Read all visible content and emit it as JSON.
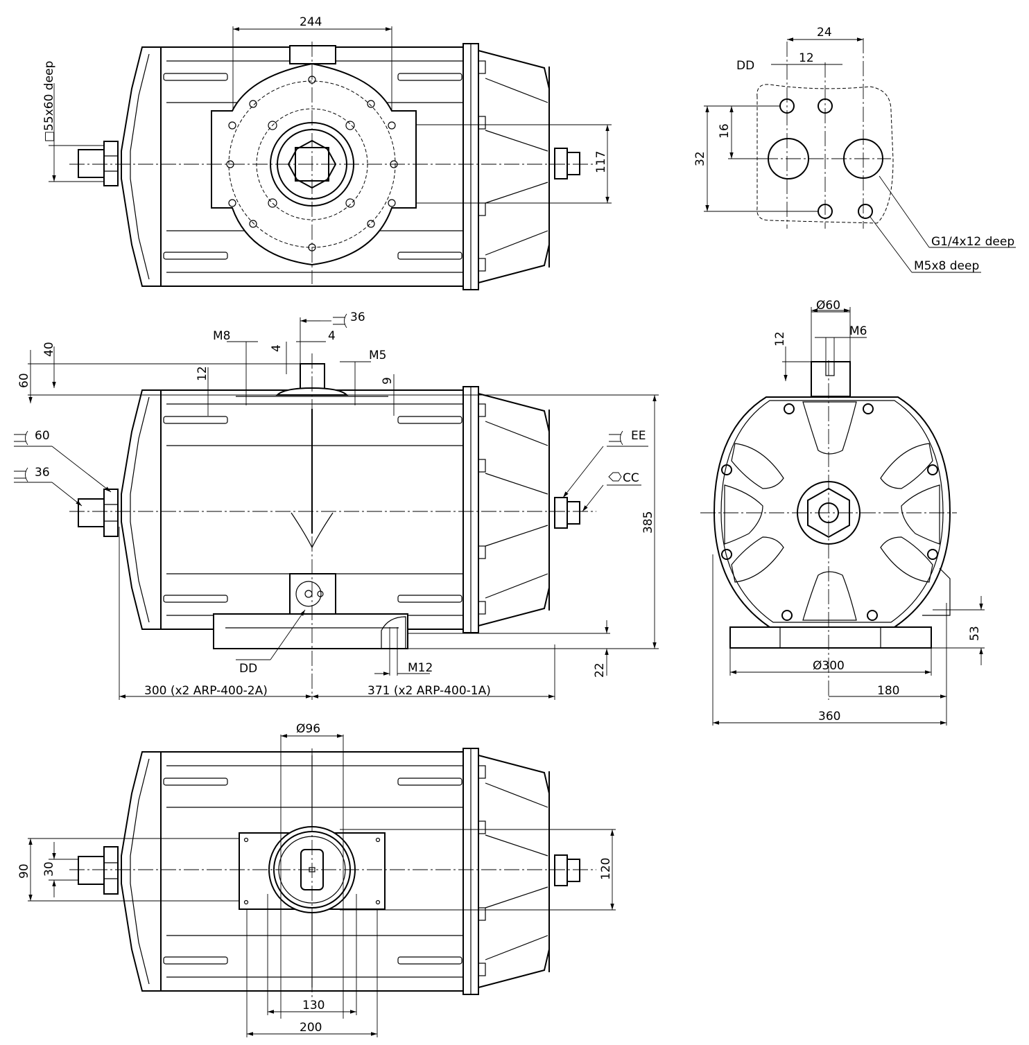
{
  "top_view": {
    "dim_244": "244",
    "square_drive": "□55x60 deep",
    "dim_117": "117"
  },
  "port_detail": {
    "dim_24": "24",
    "dim_12": "12",
    "label_dd": "DD",
    "dim_16": "16",
    "dim_32": "32",
    "label_g14": "G1/4x12 deep",
    "label_m5x8": "M5x8 deep"
  },
  "side_view": {
    "wrench_36_top": "36",
    "dim_m8": "M8",
    "dim_4a": "4",
    "dim_4b": "4",
    "dim_m5": "M5",
    "dim_40": "40",
    "dim_60": "60",
    "dim_12": "12",
    "dim_9": "9",
    "wrench_60": "60",
    "wrench_36_left": "36",
    "wrench_ee": "EE",
    "hex_cc": "CC",
    "dim_385": "385",
    "label_dd": "DD",
    "dim_m12": "M12",
    "dim_22": "22",
    "dim_300": "300 (x2 ARP-400-2A)",
    "dim_371": "371 (x2 ARP-400-1A)"
  },
  "end_view": {
    "dia_60": "Ø60",
    "dim_m6": "M6",
    "dim_12": "12",
    "dim_53": "53",
    "dia_300": "Ø300",
    "dim_180": "180",
    "dim_360": "360"
  },
  "bottom_view": {
    "dia_96": "Ø96",
    "dim_90": "90",
    "dim_30": "30",
    "dim_120": "120",
    "dim_130": "130",
    "dim_200": "200"
  }
}
